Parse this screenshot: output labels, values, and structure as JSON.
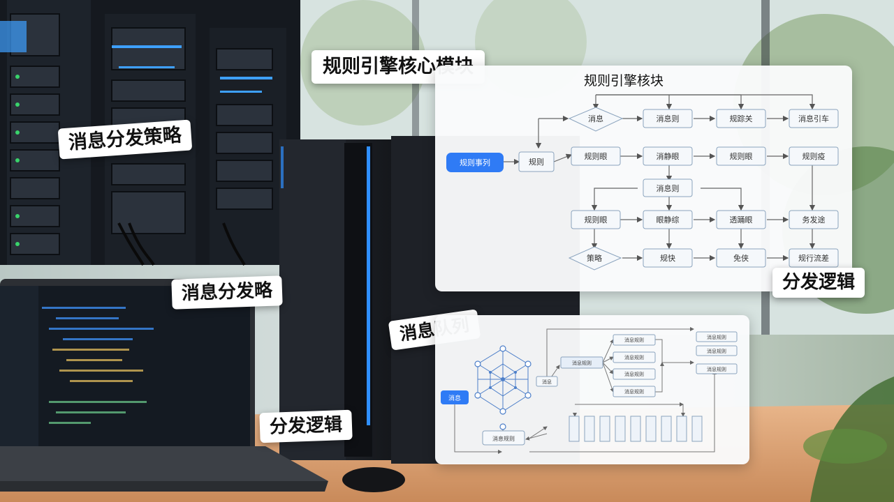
{
  "tags": {
    "top_center": "规则引擎核心模块",
    "top_left": "消息分发策略",
    "mid_left": "消息分发略",
    "bottom_left": "分发逻辑",
    "center": "消息队列",
    "right": "分发逻辑"
  },
  "top_diagram": {
    "title": "规则引擎核块",
    "start_node": "规则事列",
    "nodes": {
      "n_guize": "规则",
      "d1": "消息",
      "r1c2": "消息则",
      "r1c3": "规踪关",
      "r1c4": "消息引车",
      "r2c1": "规则眼",
      "r2c2": "消静眼",
      "r2c3": "规则眼",
      "r2c4": "规则疫",
      "mid": "消息则",
      "r3c1": "规则眼",
      "r3c2": "眼静综",
      "r3c3": "透踊眼",
      "r3c4": "务发途",
      "d2": "策略",
      "r4c2": "规快",
      "r4c3": "免侠",
      "r4c4": "规行流差"
    }
  },
  "bottom_diagram": {
    "queue_node": "消息",
    "hub_node": "消息",
    "mid_node": "消息规则",
    "bottom_node": "消息规则",
    "stack": [
      "消息规则",
      "消息规则",
      "消息规则",
      "消息规则"
    ],
    "right": [
      "消息规则",
      "消息规则",
      "消息规则"
    ]
  },
  "colors": {
    "accent": "#2f7bf5",
    "node_border": "#8aa3bd"
  }
}
